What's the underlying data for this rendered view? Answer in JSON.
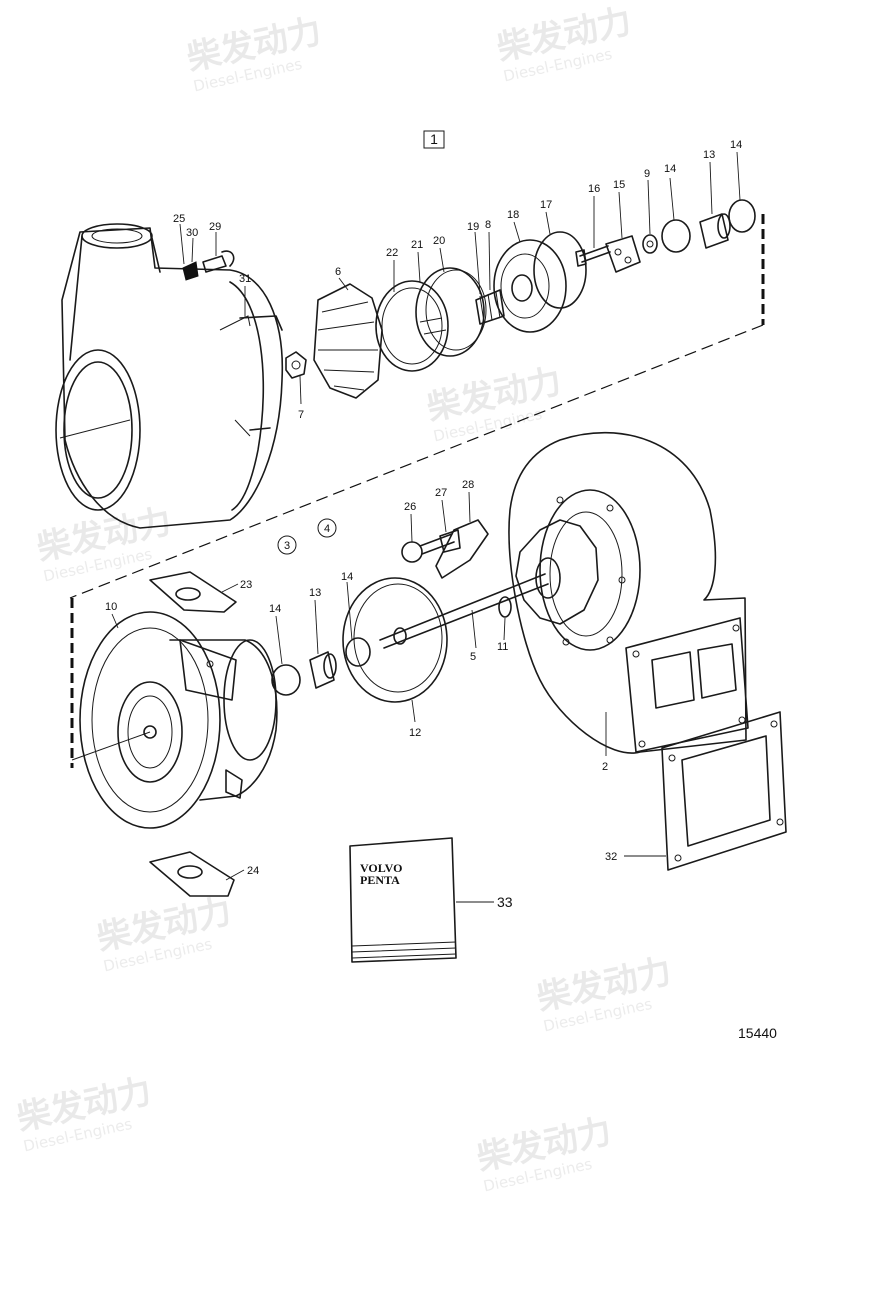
{
  "watermark": {
    "cn": "柴发动力",
    "en": "Diesel-Engines"
  },
  "group_label": "1",
  "circled_labels": [
    "3",
    "4"
  ],
  "callouts": {
    "c25": "25",
    "c30": "30",
    "c29": "29",
    "c31": "31",
    "c6": "6",
    "c7": "7",
    "c22": "22",
    "c21": "21",
    "c20": "20",
    "c19": "19",
    "c8": "8",
    "c18": "18",
    "c17": "17",
    "c16": "16",
    "c15": "15",
    "c9": "9",
    "c14a": "14",
    "c13a": "13",
    "c14b": "14",
    "c26": "26",
    "c27": "27",
    "c28": "28",
    "c23": "23",
    "c10": "10",
    "c14c": "14",
    "c13b": "13",
    "c14d": "14",
    "c12": "12",
    "c5": "5",
    "c11": "11",
    "c2": "2",
    "c32": "32",
    "c24": "24",
    "c33": "33"
  },
  "box_text": {
    "line1": "VOLVO",
    "line2": "PENTA"
  },
  "figure_number": "15440"
}
